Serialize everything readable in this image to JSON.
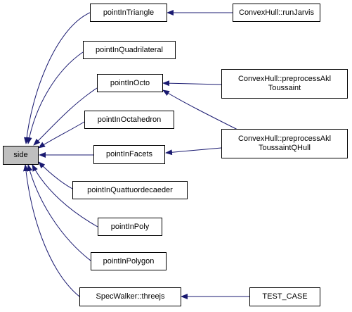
{
  "graph": {
    "colors": {
      "edge": "#191970",
      "root_fill": "#bfbfbf",
      "node_fill": "#ffffff",
      "node_border": "#000000"
    },
    "nodes": {
      "side": "side",
      "pointInTriangle": "pointInTriangle",
      "pointInQuadrilateral": "pointInQuadrilateral",
      "pointInOcto": "pointInOcto",
      "pointInOctahedron": "pointInOctahedron",
      "pointInFacets": "pointInFacets",
      "pointInQuattuordecaeder": "pointInQuattuordecaeder",
      "pointInPoly": "pointInPoly",
      "pointInPolygon": "pointInPolygon",
      "specWalkerThreejs": "SpecWalker::threejs",
      "runJarvis": "ConvexHull::runJarvis",
      "preprocessAkl": "ConvexHull::preprocessAkl\nToussaint",
      "preprocessAklQHull": "ConvexHull::preprocessAkl\nToussaintQHull",
      "testCase": "TEST_CASE"
    },
    "edges": [
      [
        "pointInTriangle",
        "side"
      ],
      [
        "pointInQuadrilateral",
        "side"
      ],
      [
        "pointInOcto",
        "side"
      ],
      [
        "pointInOctahedron",
        "side"
      ],
      [
        "pointInFacets",
        "side"
      ],
      [
        "pointInQuattuordecaeder",
        "side"
      ],
      [
        "pointInPoly",
        "side"
      ],
      [
        "pointInPolygon",
        "side"
      ],
      [
        "specWalkerThreejs",
        "side"
      ],
      [
        "runJarvis",
        "pointInTriangle"
      ],
      [
        "preprocessAkl",
        "pointInOcto"
      ],
      [
        "preprocessAklQHull",
        "pointInOcto"
      ],
      [
        "preprocessAklQHull",
        "pointInFacets"
      ],
      [
        "testCase",
        "specWalkerThreejs"
      ]
    ]
  }
}
